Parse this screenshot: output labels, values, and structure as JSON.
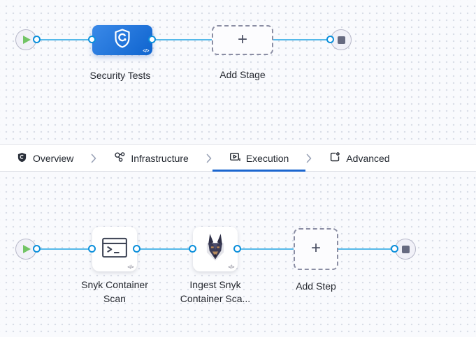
{
  "stage_pipeline": {
    "stage": {
      "label": "Security Tests",
      "icon": "security-shield-icon"
    },
    "add_stage": {
      "label": "Add Stage"
    },
    "code_badge": "</>",
    "plus_glyph": "+"
  },
  "tab_bar": {
    "tabs": [
      {
        "label": "Overview",
        "icon": "shield-icon",
        "active": false
      },
      {
        "label": "Infrastructure",
        "icon": "infrastructure-nodes-icon",
        "active": false
      },
      {
        "label": "Execution",
        "icon": "play-box-icon",
        "active": true
      },
      {
        "label": "Advanced",
        "icon": "template-gear-icon",
        "active": false
      }
    ]
  },
  "execution_canvas": {
    "steps": [
      {
        "label": "Snyk Container Scan",
        "icon": "terminal-icon"
      },
      {
        "label": "Ingest Snyk Container Sca...",
        "icon": "snyk-doberman-icon"
      }
    ],
    "add_step": {
      "label": "Add Step"
    },
    "code_badge": "</>",
    "plus_glyph": "+"
  },
  "colors": {
    "edge_blue": "#55b9e9",
    "connector_ring_blue": "#0b8fdb",
    "stage_gradient_start": "#3a89e8",
    "stage_gradient_end": "#0f64cf",
    "active_tab_underline": "#1b66cf",
    "play_green": "#72c465",
    "stop_gray": "#666a80",
    "canvas_background": "#f9fafd",
    "dot_grid": "#d8dce6"
  }
}
